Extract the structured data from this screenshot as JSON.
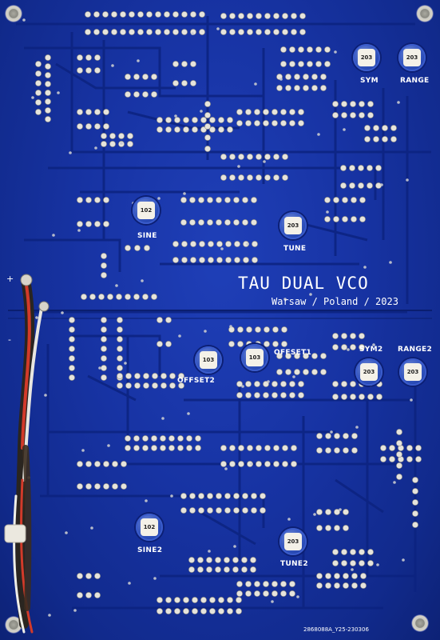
{
  "board": {
    "title": "TAU DUAL VCO",
    "subtitle": "Warsaw / Poland / 2023",
    "serial": "2868088A_Y25-230306",
    "plus_sign": "+",
    "minus_sign": "-"
  },
  "trimmers": {
    "sym": {
      "label": "SYM",
      "code": "203"
    },
    "range": {
      "label": "RANGE",
      "code": "203"
    },
    "sine": {
      "label": "SINE",
      "code": "102"
    },
    "tune": {
      "label": "TUNE",
      "code": "203"
    },
    "offset2": {
      "label": "OFFSET2",
      "code": "103"
    },
    "offset1": {
      "label": "OFFSET1",
      "code": "103"
    },
    "sym2": {
      "label": "SYM2",
      "code": "203"
    },
    "range2": {
      "label": "RANGE2",
      "code": "203"
    },
    "sine2": {
      "label": "SINE2",
      "code": "102"
    },
    "tune2": {
      "label": "TUNE2",
      "code": "203"
    }
  },
  "colors": {
    "pcb": "#1733a3",
    "trace": "#0d2580",
    "pad": "#e6e4dc",
    "silkscreen": "#ffffff"
  }
}
